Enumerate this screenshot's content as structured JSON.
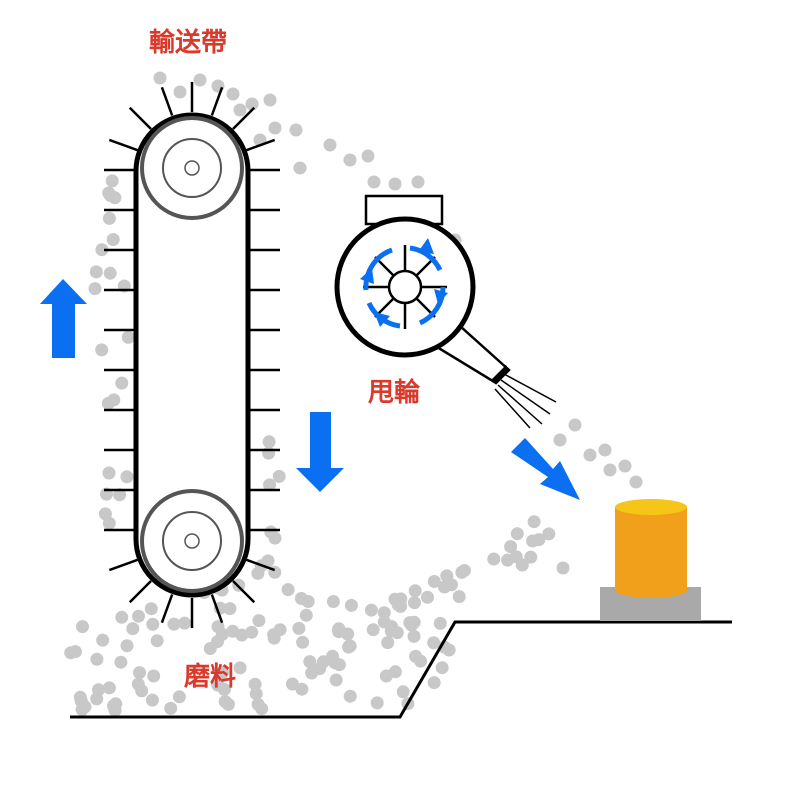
{
  "labels": {
    "conveyor": "輸送帶",
    "wheel": "甩輪",
    "abrasive": "磨料"
  },
  "colors": {
    "label_red": "#d93a2b",
    "arrow_blue": "#0a6ff0",
    "particle_gray": "#c8c8c8",
    "line_black": "#000000",
    "pulley_gray": "#555555",
    "workpiece_orange": "#f0a01a",
    "workpiece_top_yellow": "#f5c518",
    "base_gray": "#a9a9a9"
  },
  "icons": {
    "up_arrow": "up-arrow-icon",
    "down_arrow": "down-arrow-icon",
    "diagonal_arrow": "diagonal-arrow-icon",
    "rotation_arrows": "rotation-arrows-icon"
  }
}
